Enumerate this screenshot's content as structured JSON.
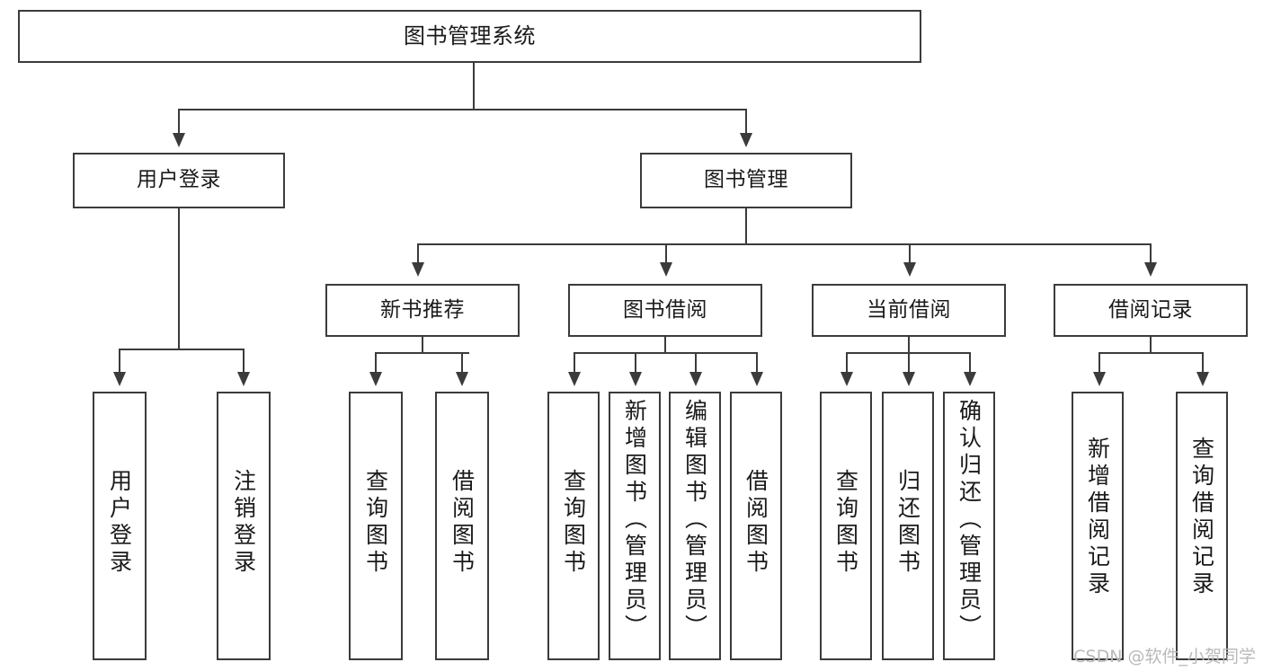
{
  "diagram": {
    "title": "图书管理系统",
    "watermark": "CSDN @软件_小贺同学",
    "accent_color": "#3b3b3b",
    "background_color": "#ffffff",
    "levels": {
      "root": {
        "label": "图书管理系统"
      },
      "level2": [
        {
          "label": "用户登录"
        },
        {
          "label": "图书管理"
        }
      ],
      "level3": [
        {
          "label": "新书推荐"
        },
        {
          "label": "图书借阅"
        },
        {
          "label": "当前借阅"
        },
        {
          "label": "借阅记录"
        }
      ],
      "leaves": {
        "user_login": [
          {
            "label": "用户登录"
          },
          {
            "label": "注销登录"
          }
        ],
        "new_book": [
          {
            "label": "查询图书"
          },
          {
            "label": "借阅图书"
          }
        ],
        "book_borrow": [
          {
            "label": "查询图书"
          },
          {
            "label": "新增图书（管理员）"
          },
          {
            "label": "编辑图书（管理员）"
          },
          {
            "label": "借阅图书"
          }
        ],
        "current_borrow": [
          {
            "label": "查询图书"
          },
          {
            "label": "归还图书"
          },
          {
            "label": "确认归还（管理员）"
          }
        ],
        "borrow_record": [
          {
            "label": "新增借阅记录"
          },
          {
            "label": "查询借阅记录"
          }
        ]
      }
    }
  }
}
